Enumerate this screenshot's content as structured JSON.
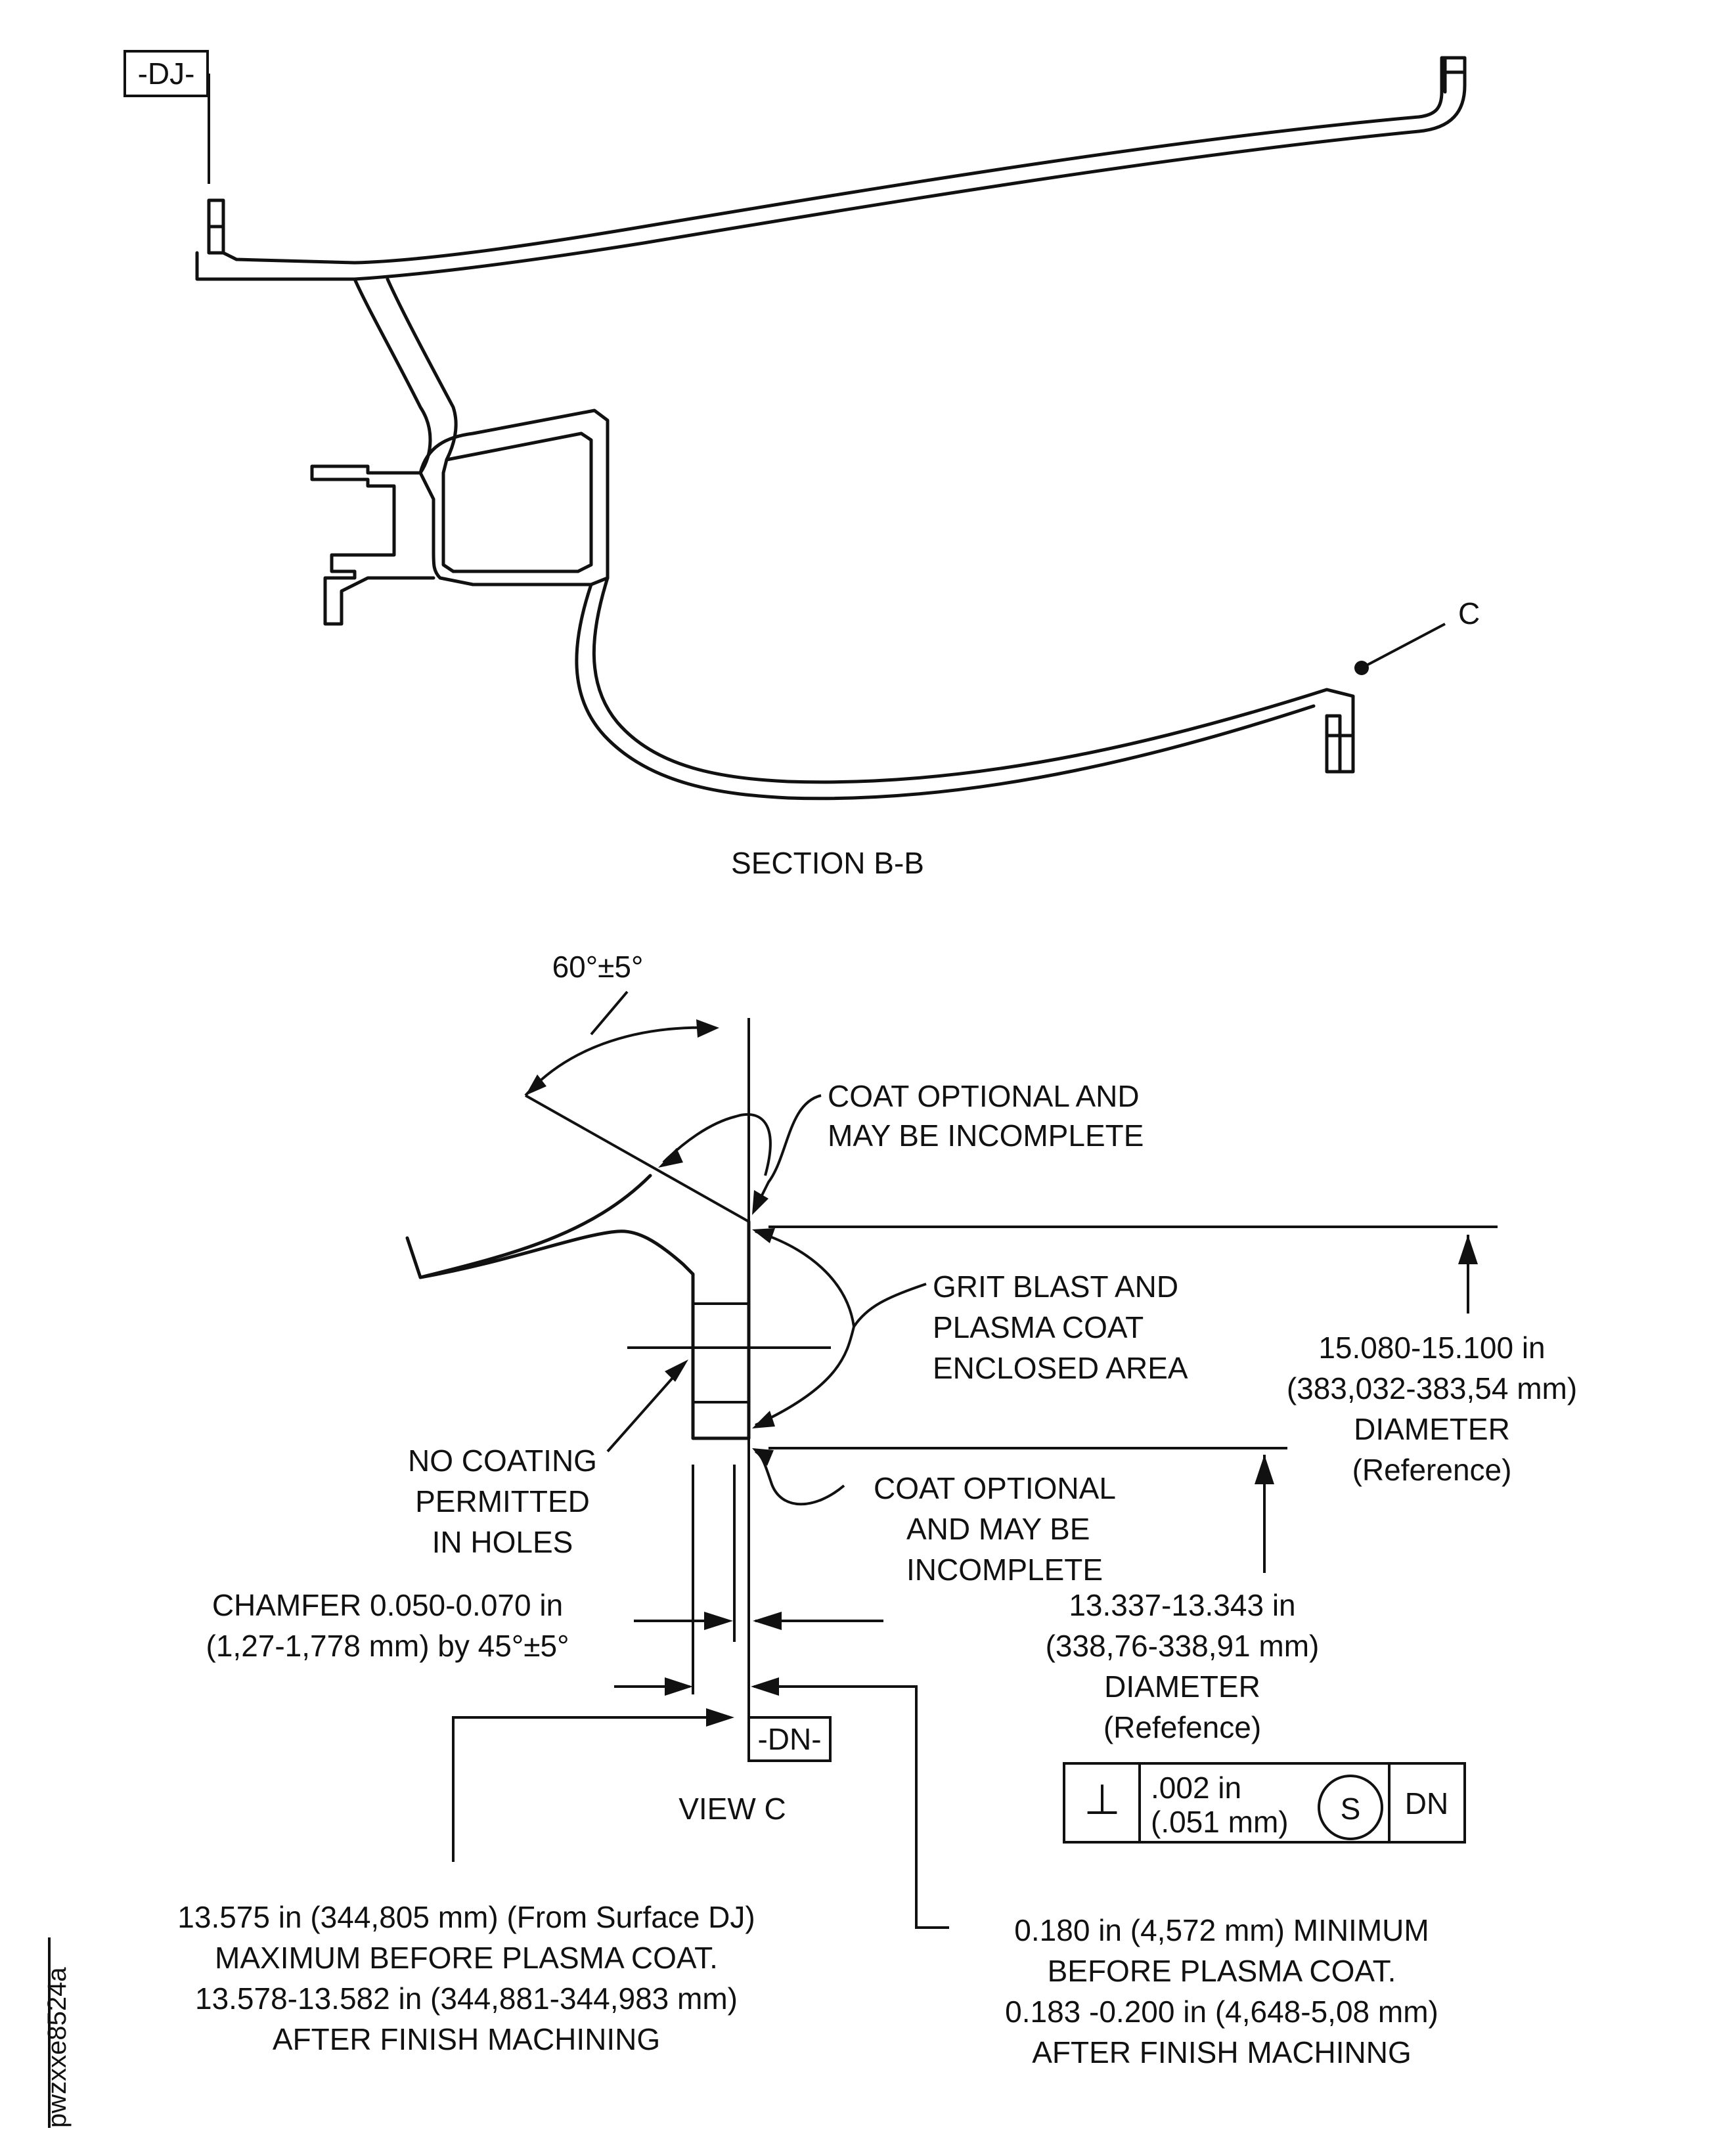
{
  "section_bb": {
    "datum_dj": "-DJ-",
    "callout_c": "C",
    "title": "SECTION B-B"
  },
  "view_c": {
    "angle_label": "60°±5°",
    "coat_optional_top": [
      "COAT OPTIONAL AND",
      "MAY BE INCOMPLETE"
    ],
    "grit_blast": [
      "GRIT BLAST AND",
      "PLASMA COAT",
      "ENCLOSED AREA"
    ],
    "diameter_outer": [
      "15.080-15.100 in",
      "(383,032-383,54 mm)",
      "DIAMETER",
      "(Reference)"
    ],
    "no_coating": [
      "NO COATING",
      "PERMITTED",
      "IN HOLES"
    ],
    "coat_optional_bottom": [
      "COAT OPTIONAL",
      "AND MAY BE",
      "INCOMPLETE"
    ],
    "chamfer": [
      "CHAMFER 0.050-0.070 in",
      "(1,27-1,778 mm) by 45°±5°"
    ],
    "diameter_inner": [
      "13.337-13.343 in",
      "(338,76-338,91 mm)",
      "DIAMETER",
      "(Refefence)"
    ],
    "datum_dn": "-DN-",
    "title": "VIEW C",
    "tolerance_frame": {
      "symbol": "⊥",
      "value_in": ".002 in",
      "value_mm": "(.051 mm)",
      "modifier": "S",
      "datum": "DN"
    },
    "note_left": [
      "13.575 in (344,805 mm) (From Surface DJ)",
      "MAXIMUM BEFORE PLASMA COAT.",
      "13.578-13.582 in (344,881-344,983 mm)",
      "AFTER FINISH MACHINING"
    ],
    "note_right": [
      "0.180 in (4,572 mm) MINIMUM",
      "BEFORE PLASMA COAT.",
      "0.183 -0.200 in (4,648-5,08 mm)",
      "AFTER FINISH MACHINNG"
    ]
  },
  "figure_id": "pwzxxe8524a"
}
